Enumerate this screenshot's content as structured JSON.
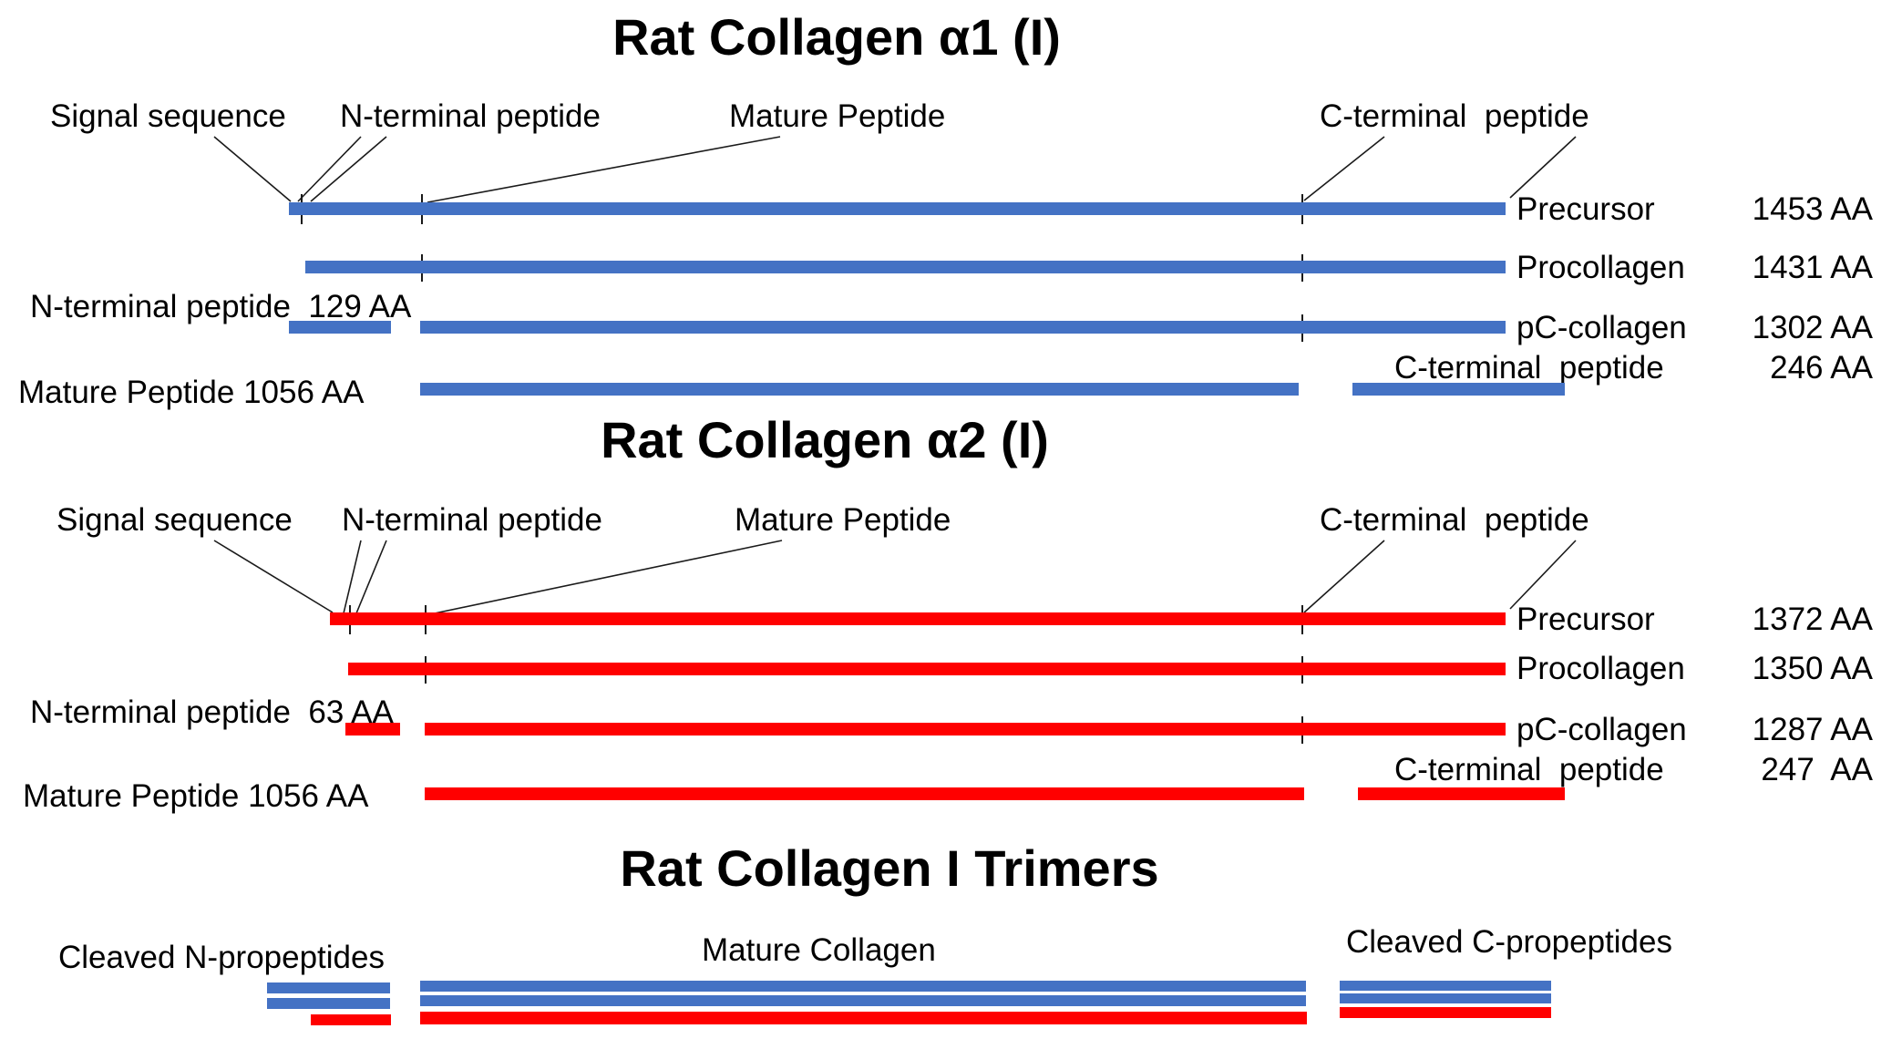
{
  "colors": {
    "blue": "#4472C4",
    "red": "#FF0000",
    "line": "#1a1a1a"
  },
  "alpha1": {
    "title": "Rat Collagen α1 (I)",
    "top_labels": {
      "signal": "Signal sequence",
      "nterm": "N-terminal peptide",
      "mature": "Mature Peptide",
      "cterm": "C-terminal  peptide"
    },
    "rows": {
      "precursor": {
        "label": "Precursor",
        "aa": "1453 AA"
      },
      "procollagen": {
        "label": "Procollagen",
        "aa": "1431 AA"
      },
      "pc": {
        "label": "pC-collagen",
        "aa": "1302 AA",
        "left_label": "N-terminal peptide  129 AA"
      },
      "mature": {
        "label": "C-terminal  peptide",
        "aa": "246 AA",
        "left_label": "Mature Peptide 1056 AA"
      }
    }
  },
  "alpha2": {
    "title": "Rat Collagen α2 (I)",
    "top_labels": {
      "signal": "Signal sequence",
      "nterm": "N-terminal peptide",
      "mature": "Mature Peptide",
      "cterm": "C-terminal  peptide"
    },
    "rows": {
      "precursor": {
        "label": "Precursor",
        "aa": "1372 AA"
      },
      "procollagen": {
        "label": "Procollagen",
        "aa": "1350 AA"
      },
      "pc": {
        "label": "pC-collagen",
        "aa": "1287 AA",
        "left_label": "N-terminal peptide  63 AA"
      },
      "mature": {
        "label": "C-terminal  peptide",
        "aa": "247  AA",
        "left_label": "Mature Peptide 1056 AA"
      }
    }
  },
  "trimers": {
    "title": "Rat Collagen I Trimers",
    "labels": {
      "n_propeptides": "Cleaved N-propeptides",
      "mature": "Mature Collagen",
      "c_propeptides": "Cleaved C-propeptides"
    }
  }
}
